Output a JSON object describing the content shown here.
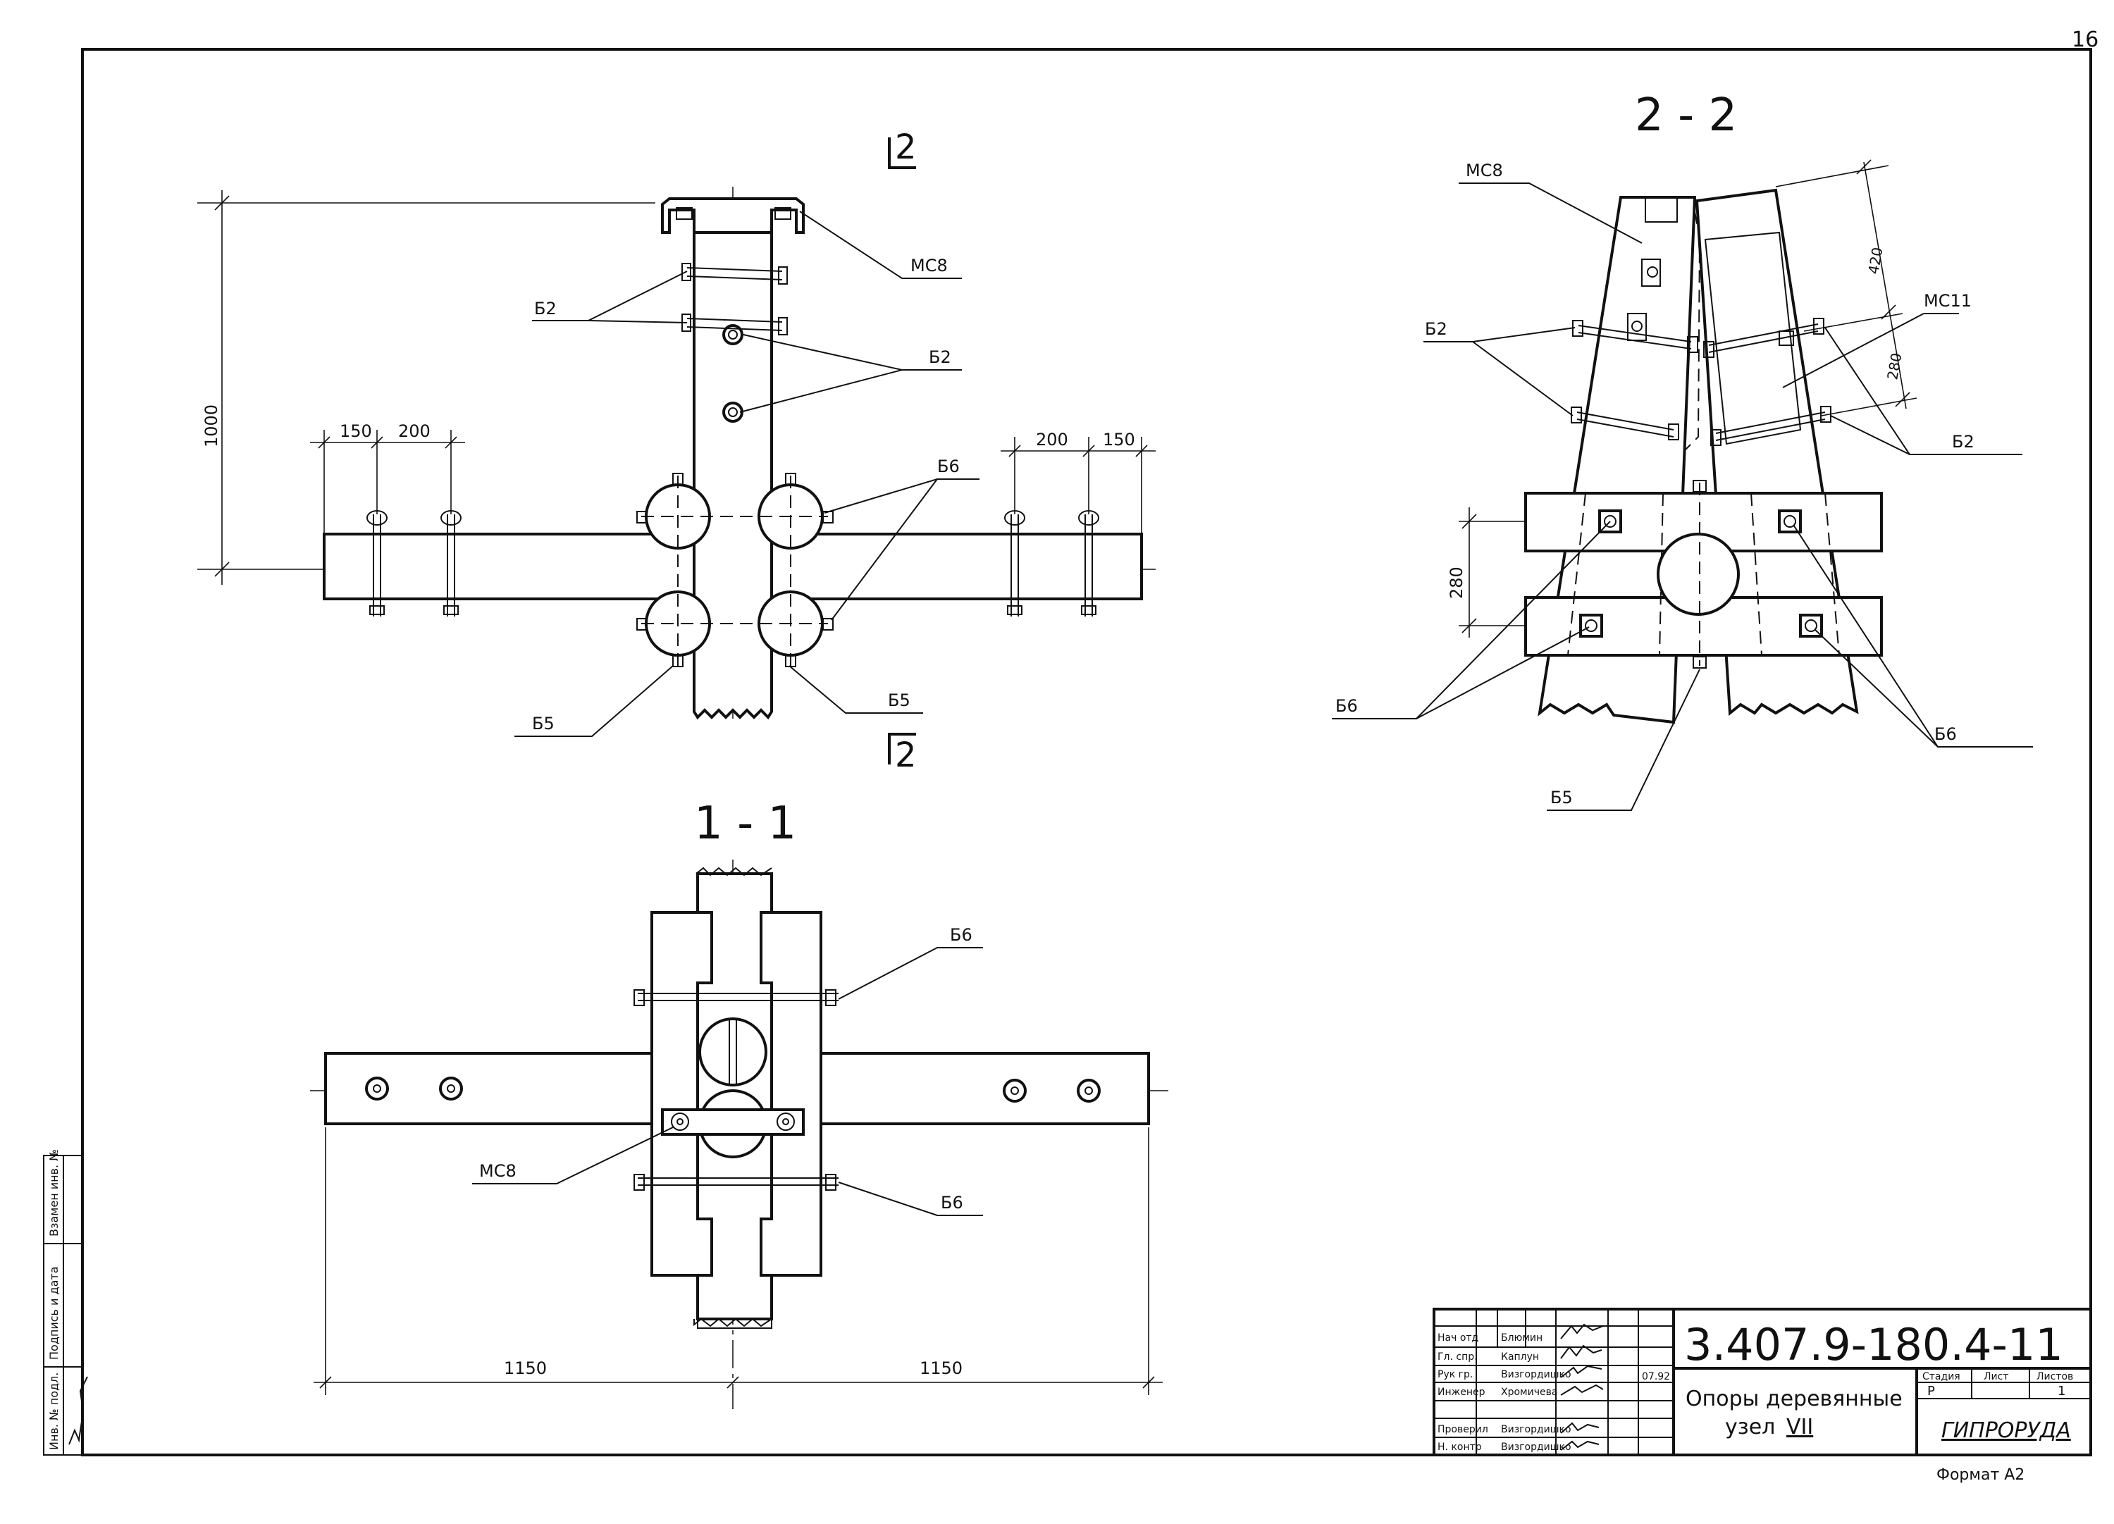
{
  "sheet": {
    "page_number": "16",
    "format": "Формат А2"
  },
  "views": {
    "section_22_title": "2 - 2",
    "section_11_title": "1 - 1",
    "cut_mark_top": "2",
    "cut_mark_bottom": "2"
  },
  "labels": {
    "mc8": "МС8",
    "mc11": "МС11",
    "b2": "Б2",
    "b5": "Б5",
    "b6": "Б6"
  },
  "dimensions": {
    "d1000": "1000",
    "d150": "150",
    "d200": "200",
    "d280": "280",
    "d420": "420",
    "d1150": "1150"
  },
  "title_block": {
    "code": "3.407.9-180.4-11",
    "name_line1": "Опоры деревянные",
    "name_line2": "узел",
    "name_node": "VII",
    "org": "ГИПРОРУДА",
    "date": "07.92",
    "stage_head": "Стадия",
    "sheet_head": "Лист",
    "sheets_head": "Листов",
    "stage": "Р",
    "sheets": "1",
    "roles": [
      {
        "role": "Нач отд",
        "name": "Блюмин"
      },
      {
        "role": "Гл. спр.",
        "name": "Каплун"
      },
      {
        "role": "Рук гр.",
        "name": "Визгордишко"
      },
      {
        "role": "Инженер",
        "name": "Хромичева"
      },
      {
        "role": "Проверил",
        "name": "Визгордишко"
      },
      {
        "role": "Н. контр",
        "name": "Визгордишко"
      }
    ]
  },
  "side_stamp": {
    "inv": "Инв. № подл.",
    "sign": "Подпись и дата",
    "swap": "Взамен инв. №"
  }
}
